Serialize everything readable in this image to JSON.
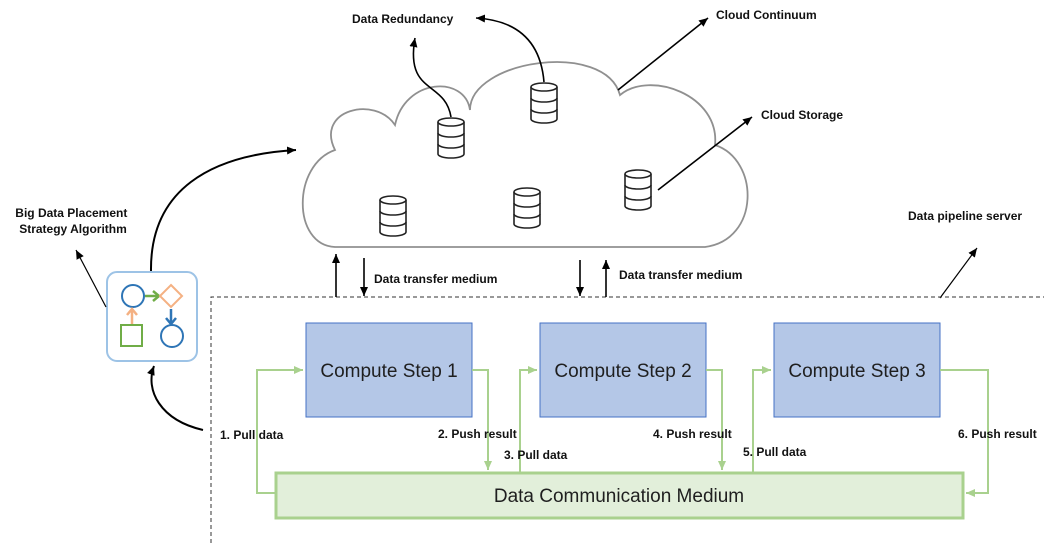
{
  "labels": {
    "data_redundancy": "Data Redundancy",
    "cloud_continuum": "Cloud Continuum",
    "cloud_storage": "Cloud Storage",
    "data_pipeline_server": "Data pipeline server",
    "algorithm_line1": "Big Data Placement",
    "algorithm_line2": "Strategy Algorithm",
    "transfer_medium_1": "Data transfer medium",
    "transfer_medium_2": "Data transfer medium",
    "communication_medium": "Data Communication Medium"
  },
  "compute_steps": [
    "Compute Step 1",
    "Compute Step 2",
    "Compute Step 3"
  ],
  "flow_steps": [
    "1. Pull data",
    "2. Push result",
    "3. Pull data",
    "4. Push result",
    "5. Pull data",
    "6. Push result"
  ],
  "colors": {
    "compute_fill": "#b4c7e7",
    "compute_stroke": "#4472c4",
    "medium_fill": "#e2efda",
    "medium_stroke": "#a9d18e",
    "flow_line": "#a9d18e",
    "cloud_stroke": "#909090",
    "icon_blue": "#2e75b6",
    "icon_orange": "#f4b183",
    "icon_green": "#70ad47"
  },
  "icons": [
    "database-icon",
    "algorithm-flow-icon"
  ]
}
